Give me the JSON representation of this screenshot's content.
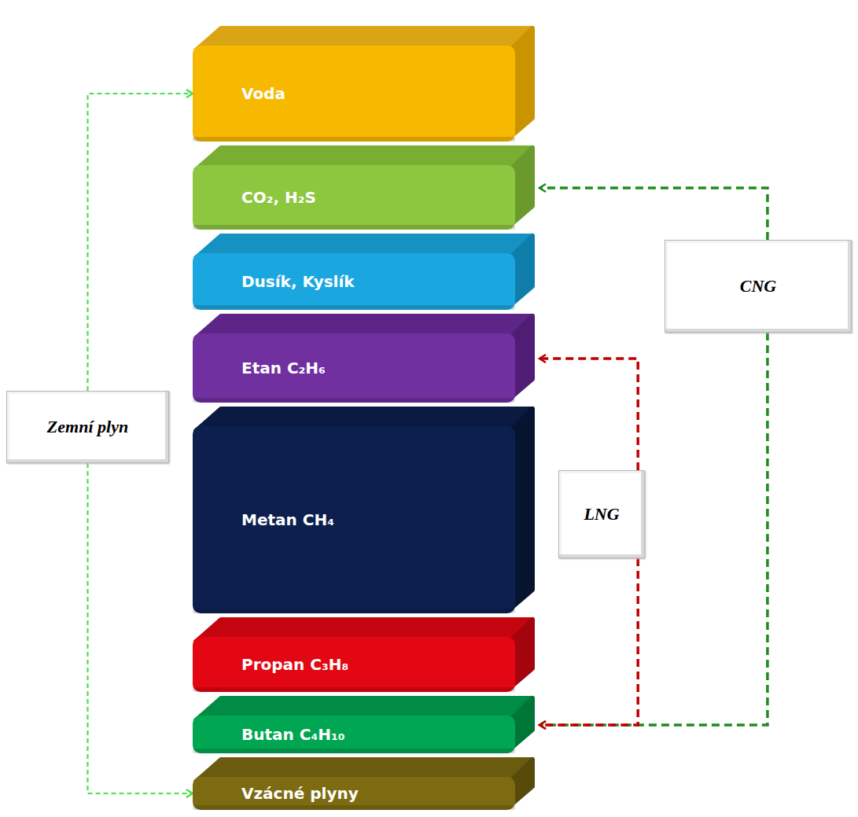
{
  "diagram": {
    "nodes": [
      {
        "text": [
          "Voda"
        ]
      },
      {
        "text": [
          "CO₂, H₂S"
        ]
      },
      {
        "text": [
          "Dusík, Kyslík"
        ]
      },
      {
        "text": [
          "Etan C₂H₆"
        ]
      },
      {
        "text": [
          "Metan CH₄"
        ]
      },
      {
        "text": [
          "Propan C₃H₈"
        ]
      },
      {
        "text": [
          "Butan C₄H₁₀"
        ]
      },
      {
        "text": [
          "Vzácné plyny"
        ]
      },
      {
        "text": [
          "Zemní plyn"
        ]
      },
      {
        "text": [
          "CNG"
        ]
      },
      {
        "text": [
          "LNG"
        ]
      }
    ],
    "edges": [
      {
        "from": 8,
        "to": 0,
        "arrow": "to"
      },
      {
        "from": 8,
        "to": 7,
        "arrow": "to"
      },
      {
        "from": 9,
        "to": 1,
        "arrow": "to"
      },
      {
        "from": 9,
        "to": 6,
        "arrow": "to"
      },
      {
        "from": 10,
        "to": 3,
        "arrow": "to"
      },
      {
        "from": 10,
        "to": 6,
        "arrow": "to"
      }
    ]
  }
}
